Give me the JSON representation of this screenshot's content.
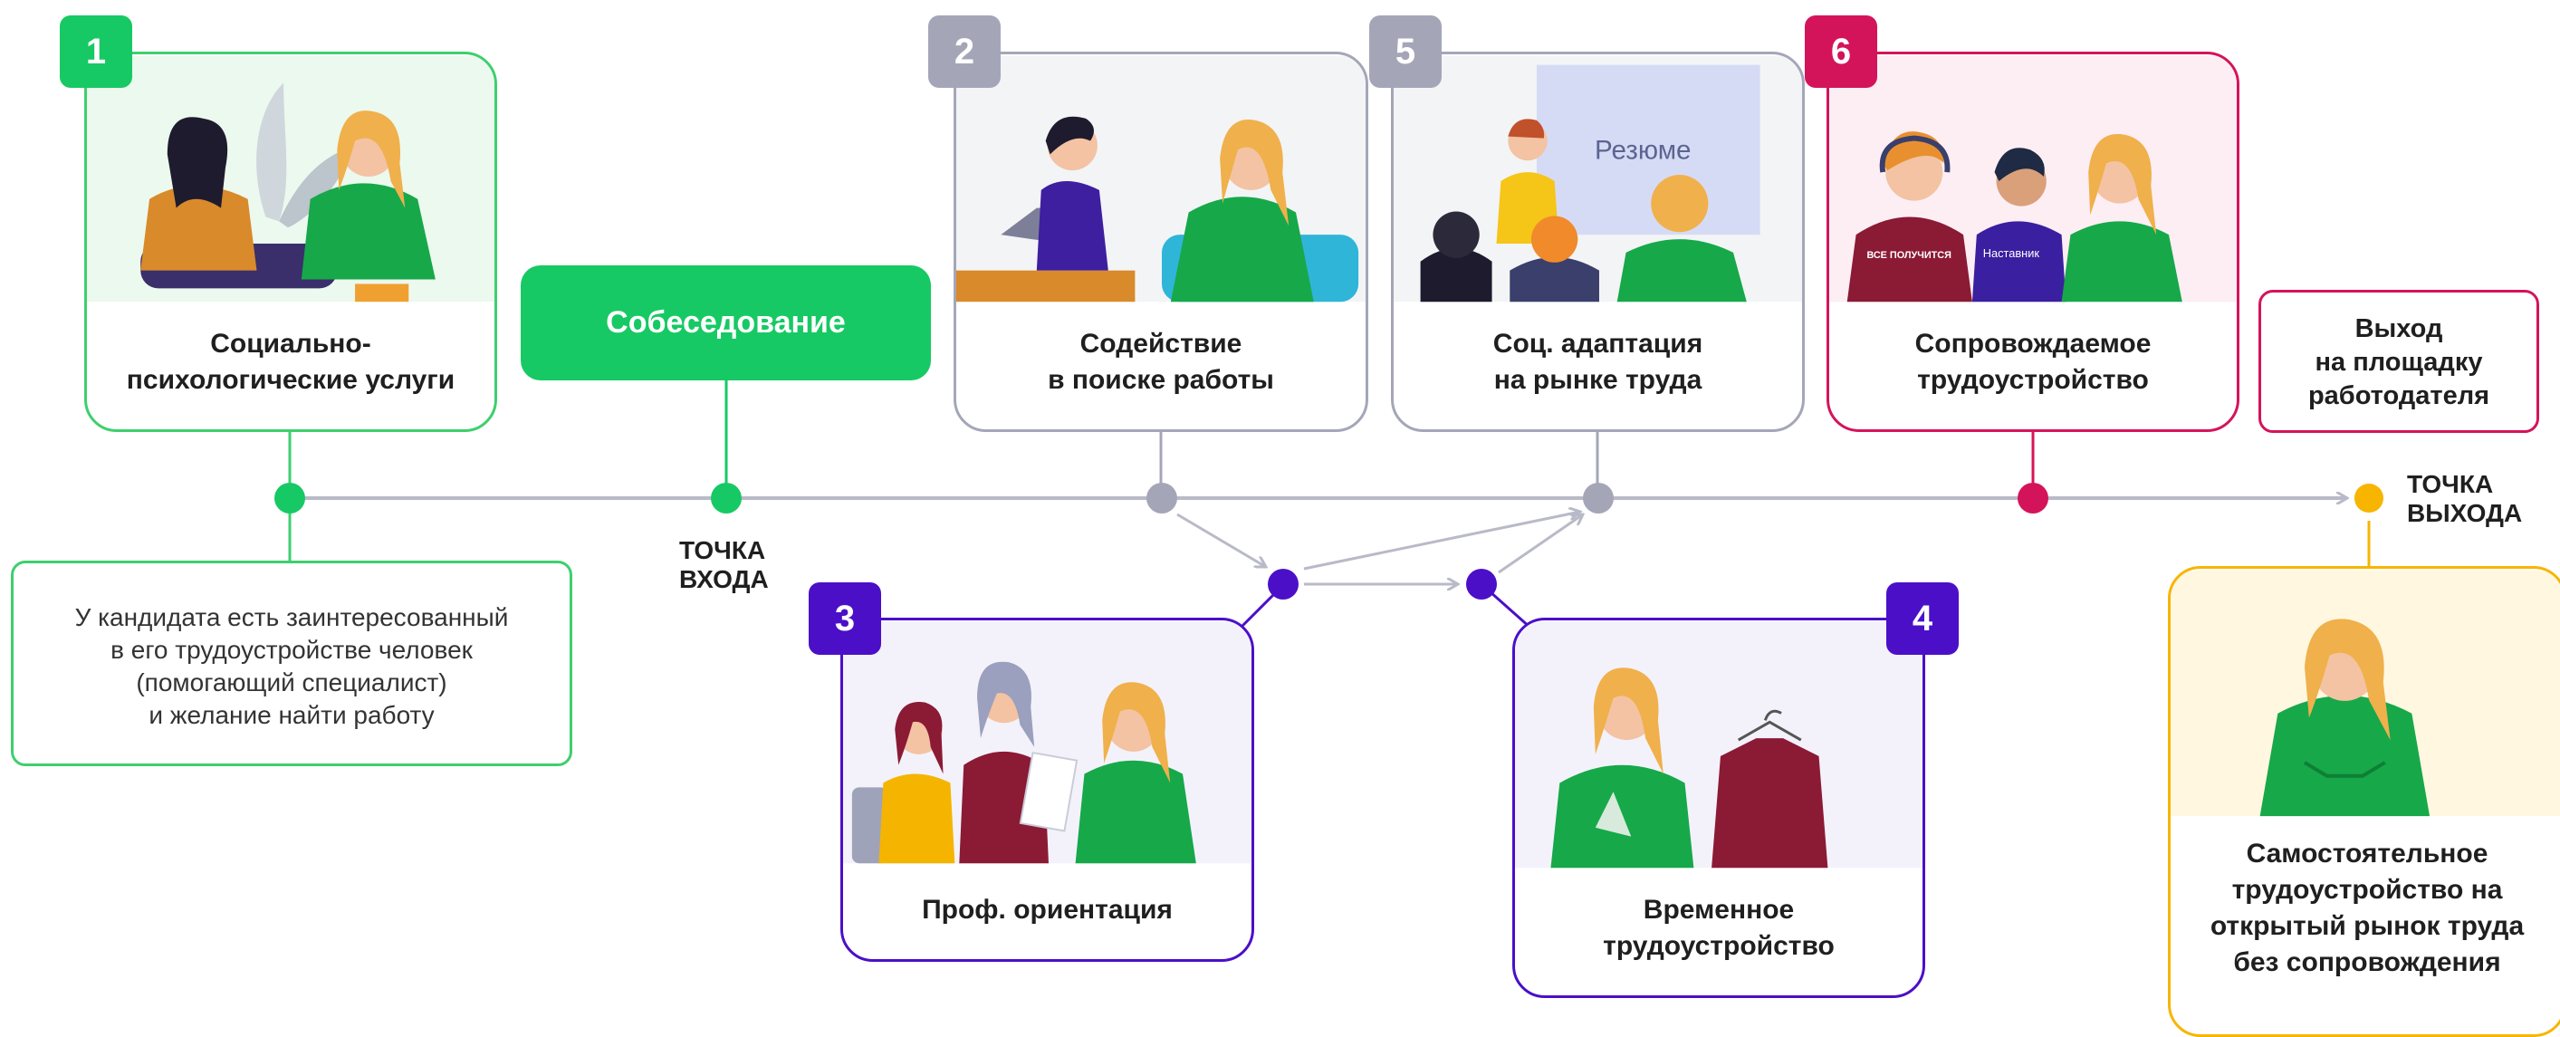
{
  "colors": {
    "green": "#17c964",
    "gray": "#a4a6b8",
    "purple": "#4b0fc8",
    "pink": "#d4145a",
    "yellow": "#f7b500",
    "line": "#b9bac7"
  },
  "steps": [
    {
      "num": "1",
      "label": "Социально-\nпсихологические услуги",
      "color": "green"
    },
    {
      "num": "2",
      "label": "Содействие\nв поиске работы",
      "color": "gray"
    },
    {
      "num": "3",
      "label": "Проф. ориентация",
      "color": "purple"
    },
    {
      "num": "4",
      "label": "Временное\nтрудоустройство",
      "color": "purple"
    },
    {
      "num": "5",
      "label": "Соц. адаптация\nна рынке труда",
      "color": "gray"
    },
    {
      "num": "6",
      "label": "Сопровождаемое\nтрудоустройство",
      "color": "pink"
    }
  ],
  "interview_label": "Собеседование",
  "entry_point": "ТОЧКА\nВХОДА",
  "exit_point": "ТОЧКА\nВЫХОДА",
  "exit_box": "Выход\nна площадку\nработодателя",
  "candidate_note": "У кандидата есть заинтересованный\nв его трудоустройстве человек\n(помогающий специалист)\nи желание найти работу",
  "final_card": "Самостоятельное\nтрудоустройство на\nоткрытый рынок труда\nбез сопровождения",
  "illustration_text": {
    "resume": "Резюме",
    "shirt_slogan": "ВСЕ ПОЛУЧИТСЯ",
    "mentor": "Наставник"
  }
}
